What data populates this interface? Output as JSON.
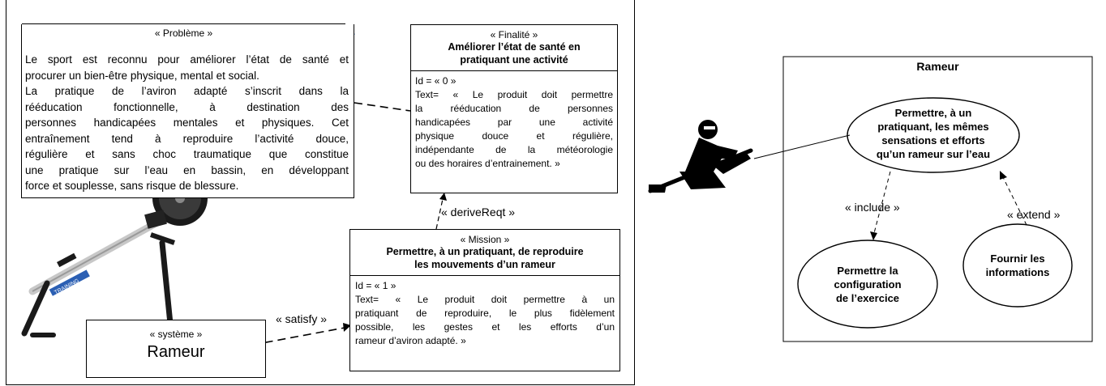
{
  "probleme": {
    "stereotype": "« Problème »",
    "lines": [
      "Le sport est reconnu pour améliorer l’état de santé et",
      "procurer un bien-être physique, mental et social.",
      "La pratique de l’aviron adapté s’inscrit dans la",
      "rééducation fonctionnelle, à destination des",
      "personnes handicapées mentales et physiques. Cet",
      "entraînement tend à reproduire l’activité douce,",
      "régulière et sans choc traumatique que constitue",
      "une pratique sur l’eau en bassin, en développant",
      "force et souplesse, sans risque de blessure."
    ]
  },
  "finalite": {
    "stereotype": "« Finalité »",
    "title_lines": [
      "Améliorer l’état de santé en",
      "pratiquant une activité"
    ],
    "id": "Id = « 0 »",
    "text_lines": [
      "Text= « Le produit doit permettre",
      "la rééducation de personnes",
      "handicapées par une activité",
      "physique douce et régulière,",
      "indépendante de la météorologie",
      "ou des horaires d’entrainement. »"
    ]
  },
  "mission": {
    "stereotype": "« Mission »",
    "title_lines": [
      "Permettre, à un pratiquant, de reproduire",
      "les mouvements d’un rameur"
    ],
    "id": "Id = « 1 »",
    "text_lines": [
      "Text= « Le produit doit permettre à un",
      "pratiquant de reproduire, le plus fidèlement",
      "possible, les gestes et les efforts d’un",
      "rameur d’aviron adapté. »"
    ]
  },
  "systeme": {
    "stereotype": "« système »",
    "name": "Rameur"
  },
  "relations": {
    "derive": "« deriveReqt »",
    "satisfy": "« satisfy »",
    "include": "« include »",
    "extend": "« extend »"
  },
  "usecase": {
    "title": "Rameur",
    "main": [
      "Permettre, à un",
      "pratiquant, les mêmes",
      "sensations et efforts",
      "qu’un rameur sur l’eau"
    ],
    "config": [
      "Permettre la",
      "configuration",
      "de l’exercice"
    ],
    "info": [
      "Fournir les",
      "informations"
    ]
  },
  "colors": {
    "machine_frame": "#1a1a1a",
    "machine_rail": "#c8c8c8",
    "machine_accent": "#2b5fb3"
  }
}
